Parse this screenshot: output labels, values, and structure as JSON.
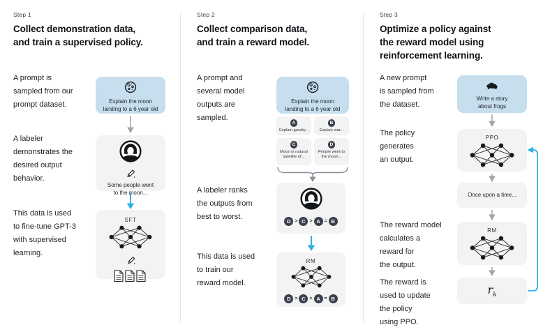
{
  "steps": [
    {
      "label": "Step 1",
      "title": "Collect demonstration data,\nand train a supervised policy.",
      "captions": [
        "A prompt is\nsampled from our\nprompt dataset.",
        "A labeler\ndemonstrates the\ndesired output\nbehavior.",
        "This data is used\nto fine-tune GPT-3\nwith supervised\nlearning."
      ],
      "prompt_card": {
        "icon": "moon-icon",
        "text": "Explain the moon\nlanding to a 6 year old"
      },
      "labeler_card": {
        "icon": "labeler-icon",
        "text": "Some people went\nto the moon..."
      },
      "model_card": {
        "label": "SFT"
      }
    },
    {
      "label": "Step 2",
      "title": "Collect comparison data,\nand train a reward model.",
      "captions": [
        "A prompt and\nseveral model\noutputs are\nsampled.",
        "A labeler ranks\nthe outputs from\nbest to worst.",
        "This data is used\nto train our\nreward model."
      ],
      "prompt_card": {
        "icon": "moon-icon",
        "text": "Explain the moon\nlanding to a 6 year old"
      },
      "outputs": [
        {
          "letter": "A",
          "text": "Explain gravity..."
        },
        {
          "letter": "B",
          "text": "Explain war..."
        },
        {
          "letter": "C",
          "text": "Moon is natural\nsatellite of..."
        },
        {
          "letter": "D",
          "text": "People went to\nthe moon..."
        }
      ],
      "ranking": [
        "D",
        ">",
        "C",
        ">",
        "A",
        "=",
        "B"
      ],
      "model_card": {
        "label": "RM"
      }
    },
    {
      "label": "Step 3",
      "title": "Optimize a policy against\nthe reward model using\nreinforcement learning.",
      "captions": [
        "A new prompt\nis sampled from\nthe dataset.",
        "The policy\ngenerates\nan output.",
        "The reward model\ncalculates a\nreward for\nthe output.",
        "The reward is\nused to update\nthe policy\nusing PPO."
      ],
      "prompt_card": {
        "icon": "frog-icon",
        "text": "Write a story\nabout frogs"
      },
      "policy_card": {
        "label": "PPO"
      },
      "output_card": {
        "text": "Once upon a time..."
      },
      "reward_model_card": {
        "label": "RM"
      },
      "reward_card": {
        "symbol": "r",
        "subscript": "k"
      }
    }
  ],
  "colors": {
    "prompt_card_bg": "#c6deee",
    "card_bg": "#f3f3f3",
    "chip_bg": "#3a414d",
    "arrow_blue": "#2bafe8",
    "arrow_gray": "#9fa3ad",
    "brace_gray": "#8a8d99",
    "text": "#1d2126"
  }
}
